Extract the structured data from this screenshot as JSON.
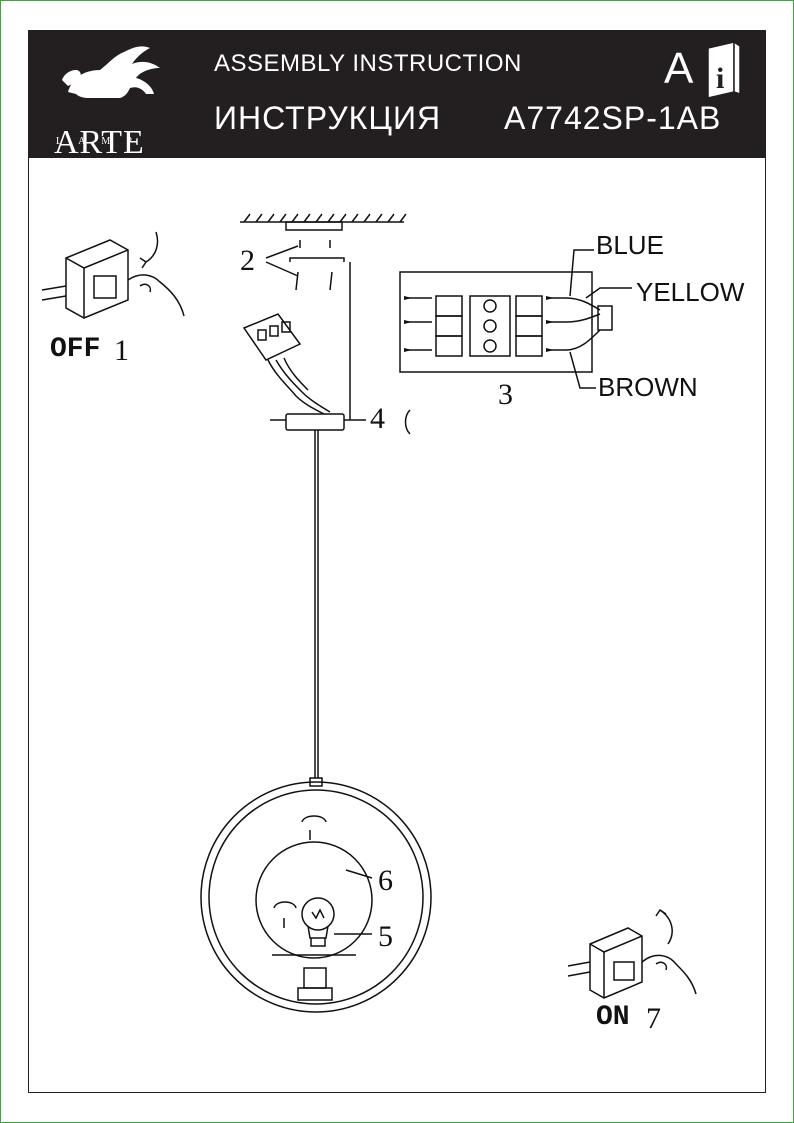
{
  "header": {
    "logo_name": "ARTE",
    "logo_sub": "LAMP",
    "title_en": "ASSEMBLY INSTRUCTION",
    "title_ru": "ИНСТРУКЦИЯ",
    "model": "A7742SP-1AB",
    "doc_letter": "A",
    "info_icon": "info-book-icon"
  },
  "steps": {
    "off_word": "OFF",
    "off_num": "1",
    "screws": "2",
    "wiring": "3",
    "mount": "4",
    "shade": "6",
    "bulb": "5",
    "on_word": "ON",
    "on_num": "7"
  },
  "wires": {
    "blue": "BLUE",
    "yellow": "YELLOW",
    "brown": "BROWN"
  },
  "colors": {
    "header_bg": "#231f20",
    "header_text": "#ffffff",
    "border_green": "#3aa83a"
  }
}
